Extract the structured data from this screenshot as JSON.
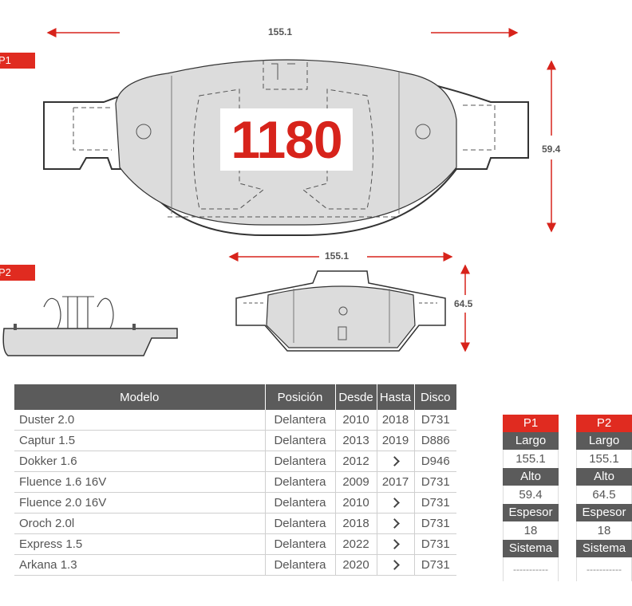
{
  "code": "1180",
  "tags": {
    "p1": "P1",
    "p2": "P2"
  },
  "dimensions": {
    "p1_width": "155.1",
    "p1_height": "59.4",
    "p2_width": "155.1",
    "p2_height": "64.5"
  },
  "table": {
    "headers": [
      "Modelo",
      "Posición",
      "Desde",
      "Hasta",
      "Disco"
    ],
    "rows": [
      {
        "modelo": "Duster 2.0",
        "posicion": "Delantera",
        "desde": "2010",
        "hasta": "2018",
        "disco": "D731"
      },
      {
        "modelo": "Captur 1.5",
        "posicion": "Delantera",
        "desde": "2013",
        "hasta": "2019",
        "disco": "D886"
      },
      {
        "modelo": "Dokker 1.6",
        "posicion": "Delantera",
        "desde": "2012",
        "hasta": "",
        "disco": "D946"
      },
      {
        "modelo": "Fluence 1.6 16V",
        "posicion": "Delantera",
        "desde": "2009",
        "hasta": "2017",
        "disco": "D731"
      },
      {
        "modelo": "Fluence 2.0 16V",
        "posicion": "Delantera",
        "desde": "2010",
        "hasta": "",
        "disco": "D731"
      },
      {
        "modelo": "Oroch 2.0l",
        "posicion": "Delantera",
        "desde": "2018",
        "hasta": "",
        "disco": "D731"
      },
      {
        "modelo": "Express 1.5",
        "posicion": "Delantera",
        "desde": "2022",
        "hasta": "",
        "disco": "D731"
      },
      {
        "modelo": "Arkana 1.3",
        "posicion": "Delantera",
        "desde": "2020",
        "hasta": "",
        "disco": "D731"
      }
    ]
  },
  "specs": {
    "p1": {
      "title": "P1",
      "largo_label": "Largo",
      "largo": "155.1",
      "alto_label": "Alto",
      "alto": "59.4",
      "espesor_label": "Espesor",
      "espesor": "18",
      "sistema_label": "Sistema",
      "sistema": "-----------"
    },
    "p2": {
      "title": "P2",
      "largo_label": "Largo",
      "largo": "155.1",
      "alto_label": "Alto",
      "alto": "64.5",
      "espesor_label": "Espesor",
      "espesor": "18",
      "sistema_label": "Sistema",
      "sistema": "-----------"
    }
  },
  "colors": {
    "accent": "#e02b20",
    "header": "#5b5b5b",
    "pad_fill": "#dcdcdc"
  }
}
